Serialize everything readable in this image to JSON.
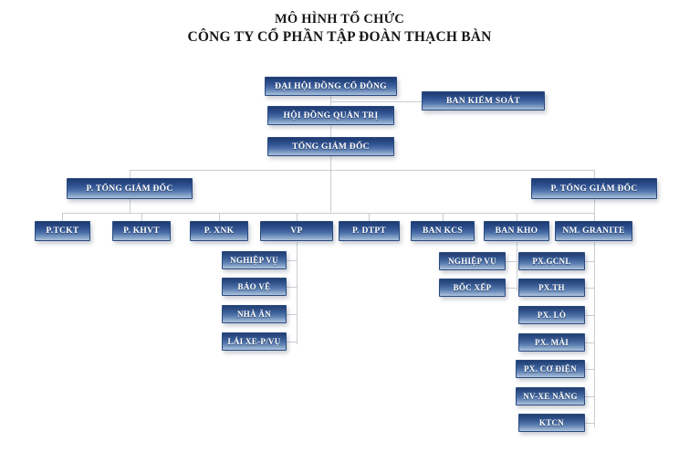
{
  "title": {
    "line1": "MÔ HÌNH TỔ CHỨC",
    "line2": "CÔNG TY CỔ PHẦN TẬP ĐOÀN THẠCH BÀN"
  },
  "colors": {
    "node_top": "#1f3b70",
    "node_bottom": "#a9c0da",
    "node_border": "#2a4a80",
    "node_text": "#ffffff",
    "connector": "#c9cdd2",
    "background": "#ffffff",
    "title_text": "#181818"
  },
  "nodes": {
    "shareholders": "ĐẠI HỘI ĐỒNG CỔ ĐÔNG",
    "supervisory_board": "BAN KIỂM SOÁT",
    "board_of_directors": "HỘI ĐỒNG QUẢN TRỊ",
    "general_director": "TỔNG GIÁM ĐỐC",
    "deputy_director_left": "P. TỔNG GIÁM ĐỐC",
    "deputy_director_right": "P. TỔNG GIÁM ĐỐC"
  },
  "departments": [
    {
      "label": "P.TCKT"
    },
    {
      "label": "P. KHVT"
    },
    {
      "label": "P. XNK"
    },
    {
      "label": "VP"
    },
    {
      "label": "P. DTPT"
    },
    {
      "label": "BAN KCS"
    },
    {
      "label": "BAN KHO"
    },
    {
      "label": "NM. GRANITE"
    }
  ],
  "vp_children": [
    {
      "label": "NGHIỆP VỤ"
    },
    {
      "label": "BẢO VỆ"
    },
    {
      "label": "NHÀ ĂN"
    },
    {
      "label": "LÁI XE-P/VỤ"
    }
  ],
  "ban_kho_children": [
    {
      "label": "NGHIỆP VỤ"
    },
    {
      "label": "BỐC XẾP"
    }
  ],
  "granite_children": [
    {
      "label": "PX.GCNL"
    },
    {
      "label": "PX.TH"
    },
    {
      "label": "PX. LÒ"
    },
    {
      "label": "PX. MÀI"
    },
    {
      "label": "PX. CƠ ĐIỆN"
    },
    {
      "label": "NV-XE NÂNG"
    },
    {
      "label": "KTCN"
    }
  ]
}
